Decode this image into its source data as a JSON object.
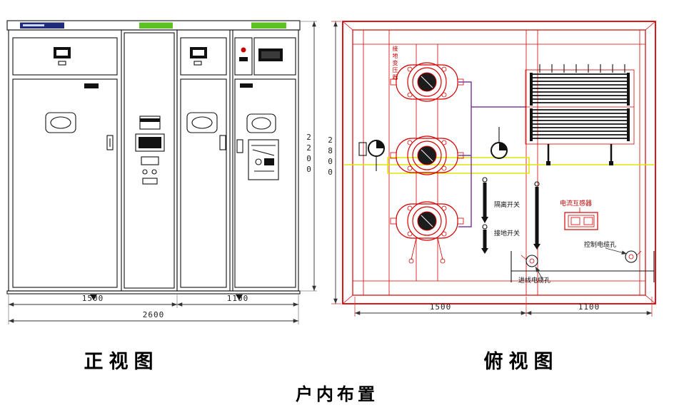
{
  "caption": "户内布置",
  "front_view": {
    "label": "正视图",
    "dim_left": "1500",
    "dim_right": "1100",
    "dim_total": "2600",
    "dim_height": "2200"
  },
  "top_view": {
    "label": "俯视图",
    "dim_left": "1500",
    "dim_right": "1100",
    "dim_depth": "2800",
    "coil_label": "接地变压器",
    "ct_label": "电流互感器",
    "disconnector_label": "隔离开关",
    "earth_switch_label": "接地开关",
    "control_hole_label": "控制电缆孔",
    "incoming_hole_label": "进线电缆孔"
  }
}
